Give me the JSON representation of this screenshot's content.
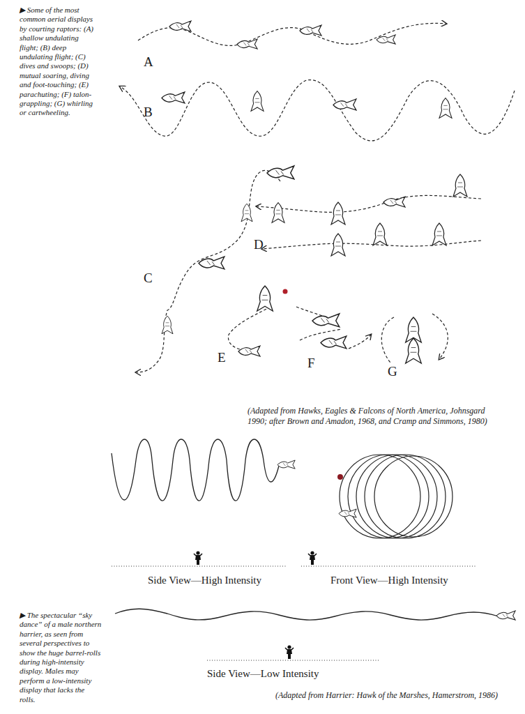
{
  "diagram": {
    "labels": [
      "▶ Some of the most common aerial displays by courting raptors: (A) shallow undulating flight; (B) deep undulating flight; (C) dives and swoops; (D) mutual soaring, diving and foot-touching; (E) parachuting; (F) talon-grappling; (G) whirling or cartwheeling.",
      "A",
      "B",
      "C",
      "D",
      "E",
      "F",
      "G",
      "(Adapted from Hawks, Eagles & Falcons of North America, Johnsgard 1990; after Brown and Amadon, 1968, and Cramp and Simmons, 1980)",
      "Side View—High Intensity",
      "Front View—High Intensity",
      "Side View—Low Intensity",
      "▶ The spectacular “sky dance” of a male northern harrier, as seen from several perspectives to show the huge barrel-rolls during high-intensity display. Males may perform a low-intensity display that lacks the rolls.",
      "(Adapted from Harrier: Hawk of the Marshes, Hamerstrom, 1986)"
    ]
  }
}
